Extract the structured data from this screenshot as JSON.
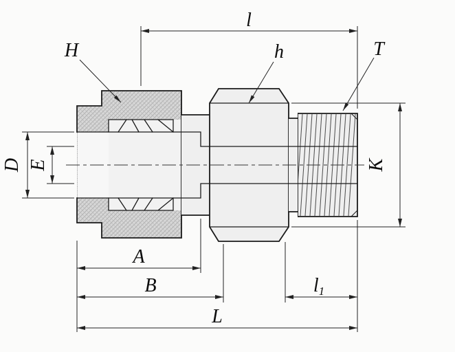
{
  "drawing": {
    "background": "#fbfbfa",
    "line_color": "#1a1a1a",
    "nut_texture_color": "#d8d8d8",
    "body_fill": "#efefef"
  },
  "labels": {
    "length_l": "l",
    "nut_hex_H": "H",
    "body_hex_h": "h",
    "thread_T": "T",
    "tube_D": "D",
    "bore_E": "E",
    "across_flats_K": "K",
    "length_A": "A",
    "length_B": "B",
    "thread_length_l1_base": "l",
    "thread_length_l1_sub": "1",
    "overall_L": "L"
  }
}
